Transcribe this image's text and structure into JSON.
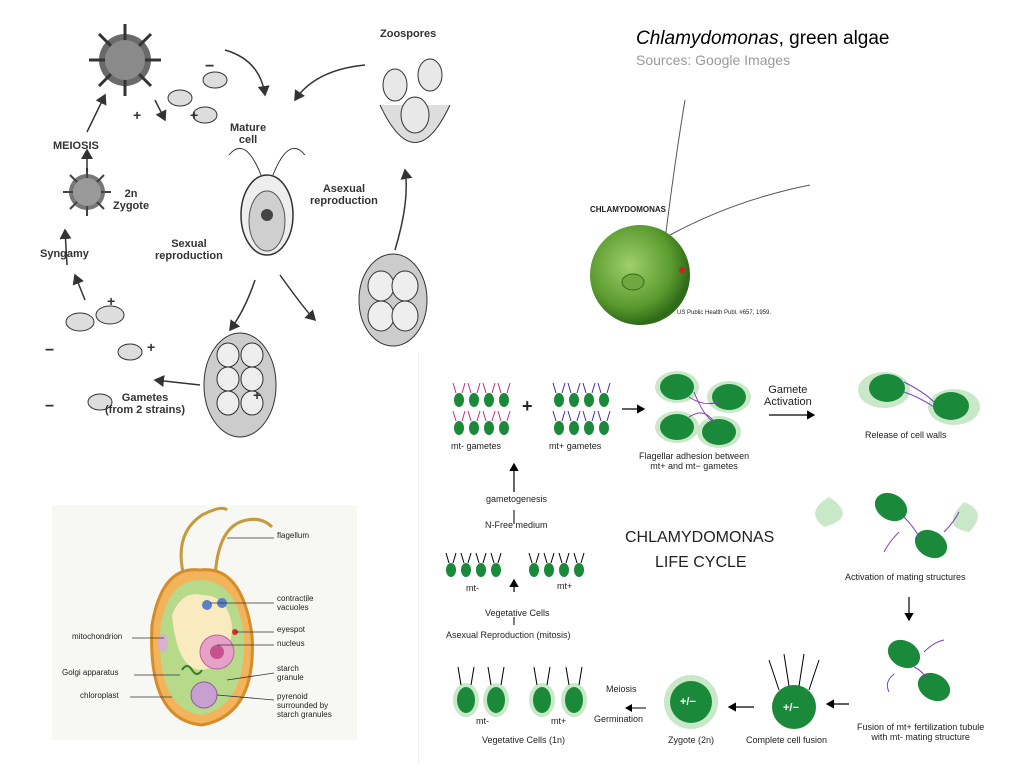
{
  "header": {
    "title_italic": "Chlamydomonas",
    "title_rest": ", green algae",
    "sources": "Sources: Google  Images"
  },
  "sketch": {
    "zoospores": "Zoospores",
    "meiosis": "MEIOSIS",
    "mature_cell": "Mature\ncell",
    "asexual": "Asexual\nreproduction",
    "zygote": "2n\nZygote",
    "sexual": "Sexual\nreproduction",
    "syngamy": "Syngamy",
    "gametes": "Gametes\n(from 2 strains)",
    "plus": "+",
    "minus": "−"
  },
  "photo": {
    "label": "CHLAMYDOMONAS",
    "credit": "US Public Health Publ. #657, 1959."
  },
  "anatomy": {
    "flagellum": "flagellum",
    "contractile": "contractile\nvacuoles",
    "eyespot": "eyespot",
    "nucleus": "nucleus",
    "mitochondrion": "mitochondrion",
    "golgi": "Golgi apparatus",
    "starch": "starch\ngranule",
    "chloroplast": "chloroplast",
    "pyrenoid": "pyrenoid\nsurrounded by\nstarch granules"
  },
  "cycle": {
    "title_line1": "CHLAMYDOMONAS",
    "title_line2": "LIFE CYCLE",
    "mt_minus_gametes": "mt-  gametes",
    "mt_plus_gametes": "mt+  gametes",
    "plus_sign": "+",
    "flagellar_adhesion": "Flagellar adhesion between\nmt+ and mt− gametes",
    "gamete_activation": "Gamete\nActivation",
    "release_walls": "Release of cell walls",
    "gametogenesis": "gametogenesis",
    "n_free": "N-Free medium",
    "mt_minus": "mt-",
    "mt_plus": "mt+",
    "vegetative_cells": "Vegetative Cells",
    "asexual_repro": "Asexual Reproduction (mitosis)",
    "activation_mating": "Activation of mating structures",
    "meiosis": "Meiosis",
    "germination": "Germination",
    "veg_cells_1n": "Vegetative Cells (1n)",
    "zygote_2n": "Zygote (2n)",
    "complete_fusion": "Complete cell fusion",
    "fusion_text": "Fusion of mt+ fertilization tubule\nwith mt- mating structure",
    "plus_minus": "+/−",
    "cell_plus": "+",
    "cell_minus": "-"
  }
}
